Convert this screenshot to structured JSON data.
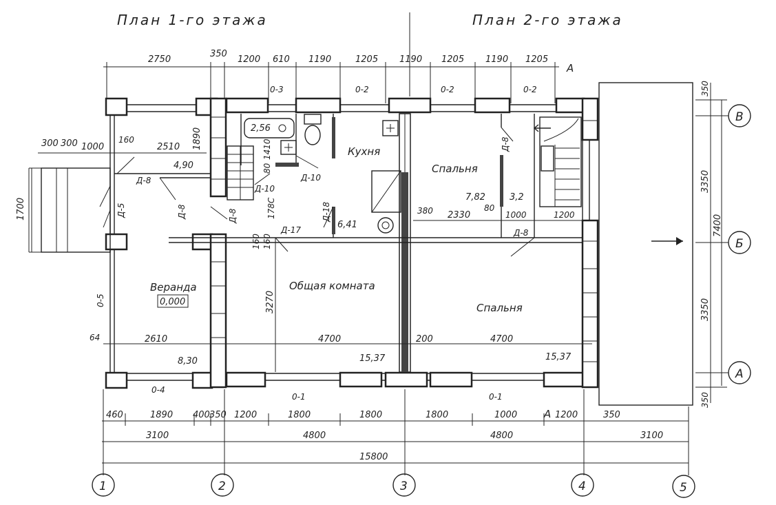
{
  "titles": {
    "first_floor": "План 1-го этажа",
    "second_floor": "План 2-го этажа"
  },
  "top_dims": [
    "2750",
    "350",
    "1200",
    "610",
    "1190",
    "1205",
    "1190",
    "1205",
    "1190",
    "1205"
  ],
  "openings_top": [
    "0-3",
    "0-2",
    "0-2",
    "0-2"
  ],
  "openings_bottom": [
    "0-4",
    "0-1",
    "0-1"
  ],
  "opening_left": "0-5",
  "bottom_dims_row1": [
    "460",
    "1890",
    "400",
    "350",
    "1200",
    "1800",
    "1800",
    "1800",
    "1000",
    "1200",
    "350"
  ],
  "bottom_dims_row2": [
    "3100",
    "4800",
    "4800",
    "3100"
  ],
  "bottom_total": "15800",
  "porch_dims": [
    "300",
    "300",
    "1000",
    "160",
    "2510",
    "1890"
  ],
  "left_dim": "1700",
  "right_dims": [
    "350",
    "3350",
    "7400",
    "3350",
    "350"
  ],
  "axes_horizontal": [
    "1",
    "2",
    "3",
    "4",
    "5"
  ],
  "axes_vertical": [
    "В",
    "Б",
    "А"
  ],
  "section_mark": "А",
  "rooms": {
    "kitchen": "Кухня",
    "bedroom_top": "Спальня",
    "veranda": "Веранда",
    "common_room": "Общая комната",
    "bedroom_bottom": "Спальня"
  },
  "areas": {
    "bath": "2,56",
    "hall": "4,90",
    "closet": "6,41",
    "bedroom_top": "7,82",
    "stair2": "3,2",
    "veranda_level": "0,000",
    "veranda": "8,30",
    "common_room": "15,37",
    "bedroom_bottom": "15,37"
  },
  "doors": [
    "Д-8",
    "Д-5",
    "Д-8",
    "Д-8",
    "Д-10",
    "Д-10",
    "Д-17",
    "Д-18",
    "Д-8",
    "Д-8"
  ],
  "inner_dims": [
    "1410",
    "80",
    "160",
    "178С",
    "160",
    "3270",
    "64",
    "2610",
    "4700",
    "200",
    "4700",
    "380",
    "2330",
    "80",
    "1000",
    "1200"
  ]
}
